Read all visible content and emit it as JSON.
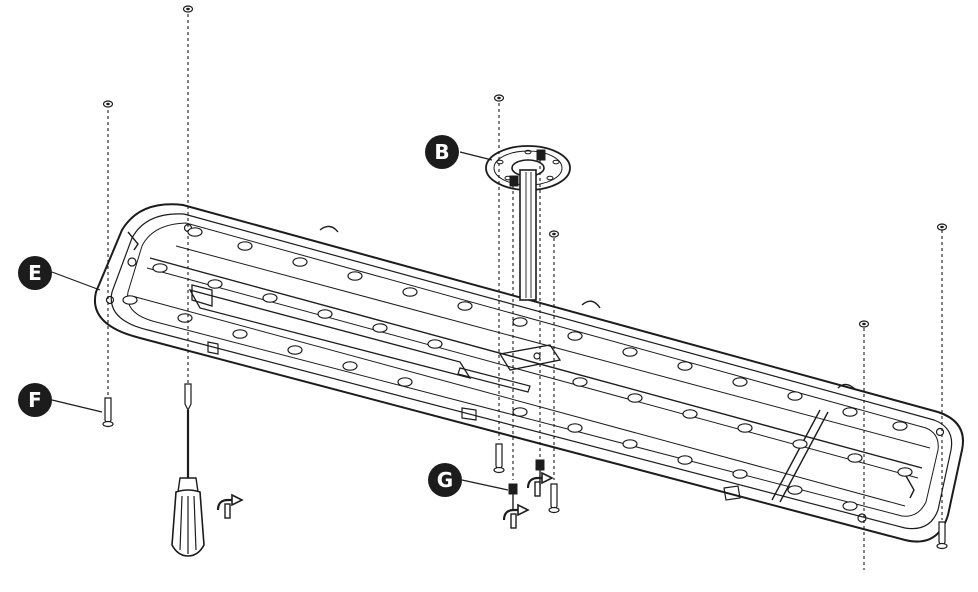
{
  "diagram": {
    "callouts": [
      {
        "id": "b",
        "label": "B",
        "part": "mounting-plate-and-rod"
      },
      {
        "id": "e",
        "label": "E",
        "part": "fixture-housing"
      },
      {
        "id": "f",
        "label": "F",
        "part": "long-screw"
      },
      {
        "id": "g",
        "label": "G",
        "part": "short-screw"
      }
    ],
    "colors": {
      "line": "#1c1c1c",
      "stroke_light": "#555555",
      "background": "#ffffff",
      "callout_fill": "#1c1c1c",
      "callout_text": "#ffffff"
    },
    "icons": [
      "screwdriver-icon",
      "rotate-arrow-icon",
      "screw-icon",
      "washer-icon"
    ]
  }
}
